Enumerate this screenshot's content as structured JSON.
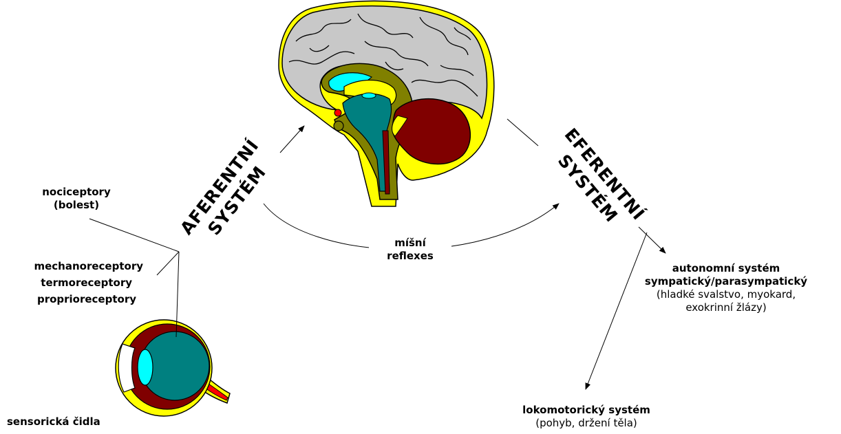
{
  "labels": {
    "nociceptors": {
      "line1": "nociceptory",
      "line2": "(bolest)"
    },
    "mechanoreceptors": "mechanoreceptory",
    "thermoreceptors": "termoreceptory",
    "proprioceptors": "proprioreceptory",
    "sensory_organs": "sensorická čidla",
    "afferent": {
      "line1": "AFERENTNÍ",
      "line2": "SYSTÉM"
    },
    "efferent": {
      "line1": "EFERENTNÍ",
      "line2": "SYSTÉM"
    },
    "spinal_reflexes": {
      "line1": "míšní",
      "line2": "reflexes"
    },
    "autonomic": {
      "title": "autonomní systém",
      "subtitle": "sympatický/parasympatický",
      "detail1": "(hladké svalstvo, myokard,",
      "detail2": "exokrinní žlázy)"
    },
    "locomotor": {
      "title": "lokomotorický systém",
      "detail": "(pohyb, držení těla)"
    }
  },
  "colors": {
    "brain_cortex": "#c8c8c8",
    "brain_outline_yellow": "#ffff00",
    "cerebellum": "#800000",
    "brainstem": "#808000",
    "ventricle": "#00ffff",
    "teal": "#008080",
    "eye_red": "#800000",
    "eye_yellow": "#ffff00",
    "eye_teal": "#008080",
    "lens": "#00ffff"
  }
}
